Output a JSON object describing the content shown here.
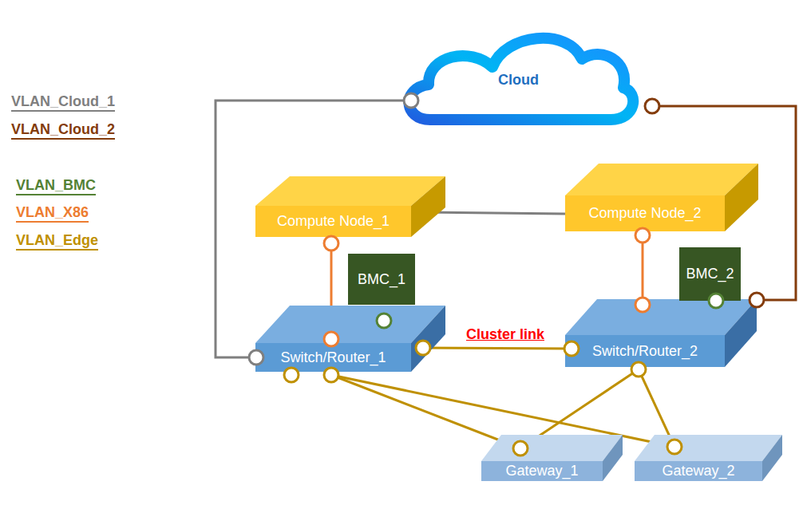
{
  "diagram": {
    "nodes": [
      {
        "text": [
          "Cloud"
        ]
      },
      {
        "text": [
          "Compute Node_1"
        ]
      },
      {
        "text": [
          "Compute Node_2"
        ]
      },
      {
        "text": [
          "Switch/Router_1"
        ]
      },
      {
        "text": [
          "Switch/Router_2"
        ]
      },
      {
        "text": [
          "BMC_1"
        ]
      },
      {
        "text": [
          "BMC_2"
        ]
      },
      {
        "text": [
          "Gateway_1"
        ]
      },
      {
        "text": [
          "Gateway_2"
        ]
      }
    ],
    "edges": [
      {
        "from": 0,
        "to": 3,
        "arrow": "none"
      },
      {
        "from": 0,
        "to": 4,
        "arrow": "none"
      },
      {
        "from": 1,
        "to": 2,
        "arrow": "none"
      },
      {
        "from": 1,
        "to": 3,
        "arrow": "none"
      },
      {
        "from": 2,
        "to": 4,
        "arrow": "none"
      },
      {
        "from": 3,
        "to": 4,
        "label": "Cluster link",
        "arrow": "none"
      },
      {
        "from": 3,
        "to": 7,
        "arrow": "none"
      },
      {
        "from": 3,
        "to": 8,
        "arrow": "none"
      },
      {
        "from": 4,
        "to": 7,
        "arrow": "none"
      },
      {
        "from": 4,
        "to": 8,
        "arrow": "none"
      }
    ],
    "legend": [
      {
        "text": "VLAN_Cloud_1",
        "color": "#7f7f7f"
      },
      {
        "text": "VLAN_Cloud_2",
        "color": "#843c0c"
      },
      {
        "text": "VLAN_BMC",
        "color": "#548235"
      },
      {
        "text": "VLAN_X86",
        "color": "#ed7d31"
      },
      {
        "text": "VLAN_Edge",
        "color": "#bf9000"
      }
    ]
  }
}
